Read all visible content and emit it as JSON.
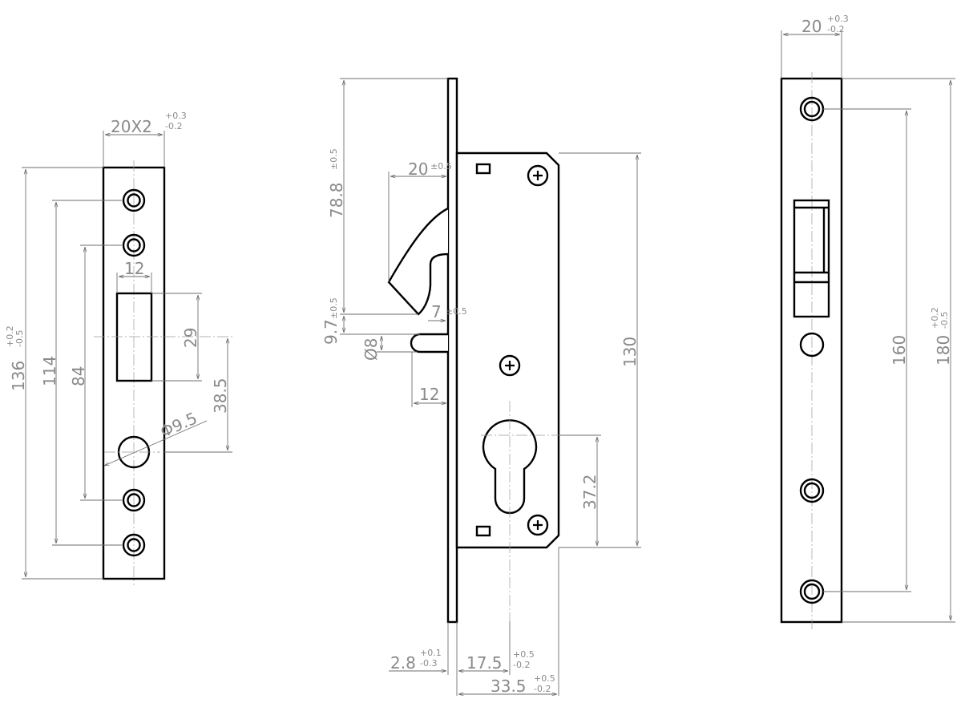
{
  "colors": {
    "outline": "#000000",
    "dimension": "#8a8a8a",
    "background": "#ffffff"
  },
  "strike_plate": {
    "width": "20X2",
    "width_tol_plus": "+0.3",
    "width_tol_minus": "-0.2",
    "length": "136",
    "length_tol_plus": "+0.2",
    "length_tol_minus": "-0.5",
    "hole_spacing_outer": "114",
    "hole_spacing_inner": "84",
    "slot_width": "12",
    "slot_height": "29",
    "round_hole_offset": "38.5",
    "round_hole_diameter": "Φ9.5"
  },
  "lock_body": {
    "hook_throw": "78.8",
    "hook_throw_tol": "±0.5",
    "hook_width": "20",
    "hook_width_tol": "±0.5",
    "offset_a": "9.7",
    "offset_a_tol": "±0.5",
    "gap": "7",
    "gap_tol": "±0.5",
    "pin_diameter": "Ø8",
    "pin_length": "12",
    "body_height": "130",
    "cylinder_offset": "37.2",
    "faceplate_thickness": "2.8",
    "faceplate_tol_plus": "+0.1",
    "faceplate_tol_minus": "-0.3",
    "backset": "17.5",
    "backset_tol_plus": "+0.5",
    "backset_tol_minus": "-0.2",
    "body_depth": "33.5",
    "body_depth_tol_plus": "+0.5",
    "body_depth_tol_minus": "-0.2"
  },
  "faceplate": {
    "width": "20",
    "width_tol_plus": "+0.3",
    "width_tol_minus": "-0.2",
    "hole_spacing": "160",
    "length": "180",
    "length_tol_plus": "+0.2",
    "length_tol_minus": "-0.5"
  }
}
